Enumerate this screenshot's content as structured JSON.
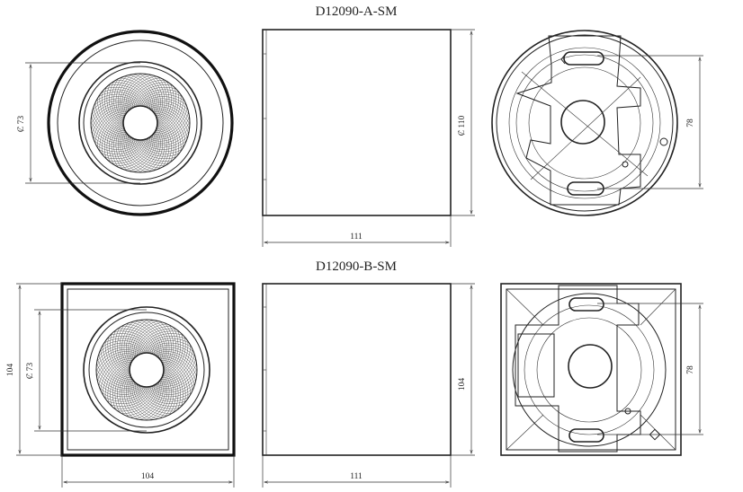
{
  "model_a": {
    "title": "D12090-A-SM",
    "dia_inner": "Ȼ 73",
    "dia_outer": "Ȼ 110",
    "width": "111",
    "mount": "78"
  },
  "model_b": {
    "title": "D12090-B-SM",
    "dia_inner": "Ȼ 73",
    "side": "104",
    "width_front": "104",
    "width_side": "111",
    "height_side": "104",
    "mount": "78"
  },
  "colors": {
    "line": "#222222",
    "background": "#ffffff"
  }
}
